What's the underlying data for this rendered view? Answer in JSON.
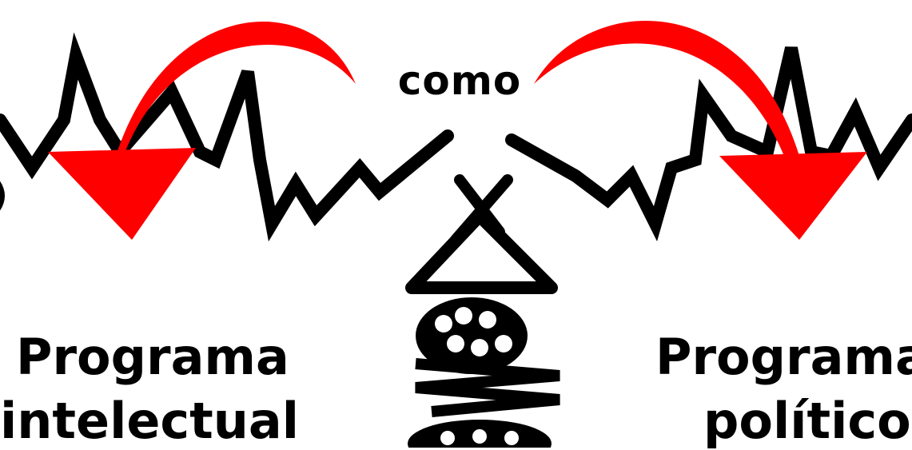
{
  "connector_word": "como",
  "left_label": {
    "line1": "Programa",
    "line2": "intelectual"
  },
  "right_label": {
    "line1": "Programa",
    "line2": "político"
  },
  "colors": {
    "arrow": "#ff0000",
    "ink": "#000000",
    "background": "#ffffff"
  }
}
